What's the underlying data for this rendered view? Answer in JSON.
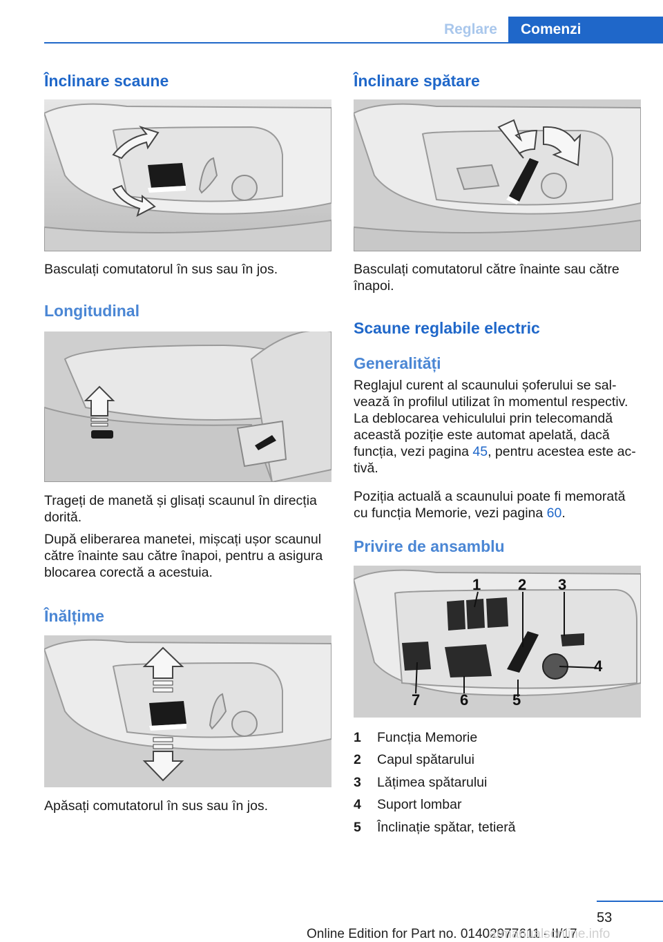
{
  "header": {
    "tab_inactive": "Reglare",
    "tab_active": "Comenzi"
  },
  "left": {
    "s1_title": "Înclinare scaune",
    "s1_caption": "Basculați comutatorul în sus sau în jos.",
    "s2_title": "Longitudinal",
    "s2_text1": [
      "Trageți de manetă și glisați scaunul în direcția",
      "dorită."
    ],
    "s2_text2": [
      "După eliberarea manetei, mișcați ușor scaunul",
      "către înainte sau către înapoi, pentru a asigura",
      "blocarea corectă a acestuia."
    ],
    "s3_title": "Înălțime",
    "s3_caption": "Apăsați comutatorul în sus sau în jos."
  },
  "right": {
    "s1_title": "Înclinare spătare",
    "s1_caption": [
      "Basculați comutatorul către înainte sau către",
      "înapoi."
    ],
    "s2_title": "Scaune reglabile electric",
    "s2_sub": "Generalități",
    "s2_p1_l1": "Reglajul curent al scaunului șoferului se sal‐",
    "s2_p1_l2": "vează în profilul utilizat în momentul respectiv.",
    "s2_p1_l3": "La deblocarea vehiculului prin telecomandă",
    "s2_p1_l4": "această poziție este automat apelată, dacă",
    "s2_p1_l5_a": "funcția, vezi pagina ",
    "s2_p1_l5_link": "45",
    "s2_p1_l5_b": ", pentru acestea este ac‐",
    "s2_p1_l6": "tivă.",
    "s2_p2_l1": "Poziția actuală a scaunului poate fi memorată",
    "s2_p2_l2_a": "cu funcția Memorie, vezi pagina ",
    "s2_p2_l2_link": "60",
    "s2_p2_l2_b": ".",
    "s3_title": "Privire de ansamblu",
    "callouts": [
      "1",
      "2",
      "3",
      "4",
      "5",
      "6",
      "7"
    ],
    "list": [
      {
        "num": "1",
        "label": "Funcția Memorie"
      },
      {
        "num": "2",
        "label": "Capul spătarului"
      },
      {
        "num": "3",
        "label": "Lățimea spătarului"
      },
      {
        "num": "4",
        "label": "Suport lombar"
      },
      {
        "num": "5",
        "label": "Înclinație spătar, tetieră"
      }
    ]
  },
  "footer": {
    "page_number": "53",
    "edition": "Online Edition for Part no. 01402977611 - II/17",
    "watermark": "armanualsonline.info"
  }
}
